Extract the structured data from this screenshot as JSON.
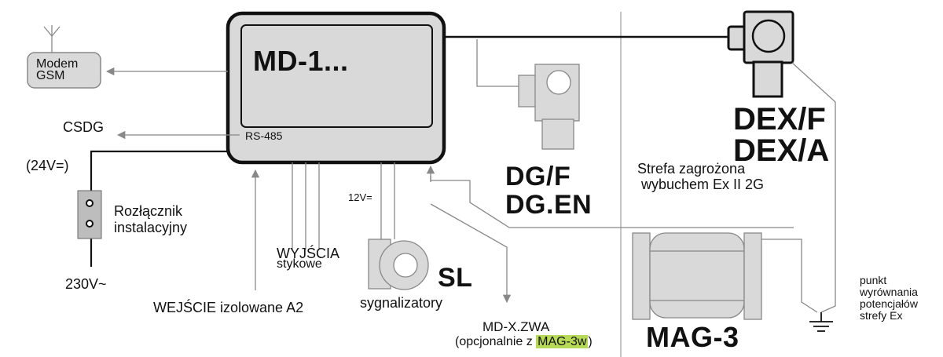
{
  "controller": {
    "name": "MD-1...",
    "port_label": "RS-485"
  },
  "modem": {
    "line1": "Modem",
    "line2": "GSM"
  },
  "labels": {
    "csdg": "CSDG",
    "supply_24v": "(24V=)",
    "switch_line1": "Rozłącznik",
    "switch_line2": "instalacyjny",
    "supply_230v": "230V~",
    "input": "WEJŚCIE izolowane A2",
    "outputs_line1": "WYJŚCIA",
    "outputs_line2": "stykowe",
    "supply_12v": "12V=",
    "signalers": "sygnalizatory",
    "signaler_code": "SL",
    "zwa_line1": "MD-X.ZWA",
    "zwa_prefix": "(opcjonalnie z ",
    "zwa_highlight": "MAG-3w",
    "zwa_suffix": ")",
    "dg_line1": "DG/F",
    "dg_line2": "DG.EN",
    "dex_line1": "DEX/F",
    "dex_line2": "DEX/A",
    "zone_line1": "Strefa zagrożona",
    "zone_line2": "wybuchem Ex II 2G",
    "mag3": "MAG-3",
    "eq_line1": "punkt",
    "eq_line2": "wyrównania",
    "eq_line3": "potencjałów",
    "eq_line4": "strefy Ex"
  },
  "colors": {
    "device_fill": "#d9d9d9",
    "line_gray": "#888888",
    "highlight": "#b6d957"
  }
}
